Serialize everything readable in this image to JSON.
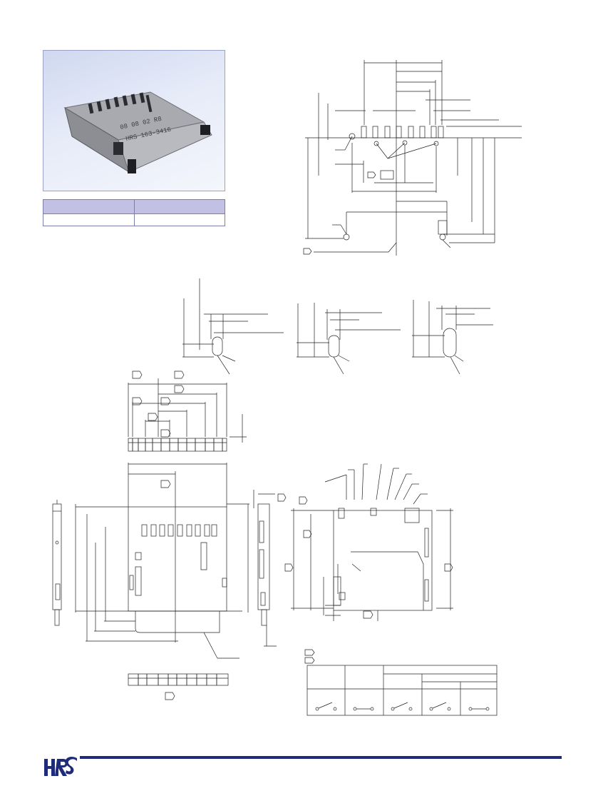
{
  "photo": {
    "print_line1": "08 08 02 R8",
    "print_line2": "HRS 163-3416"
  },
  "brand": {
    "logo_text": "HRS",
    "rule_color": "#1f2b78",
    "table_header_color": "#c3c1e3"
  }
}
